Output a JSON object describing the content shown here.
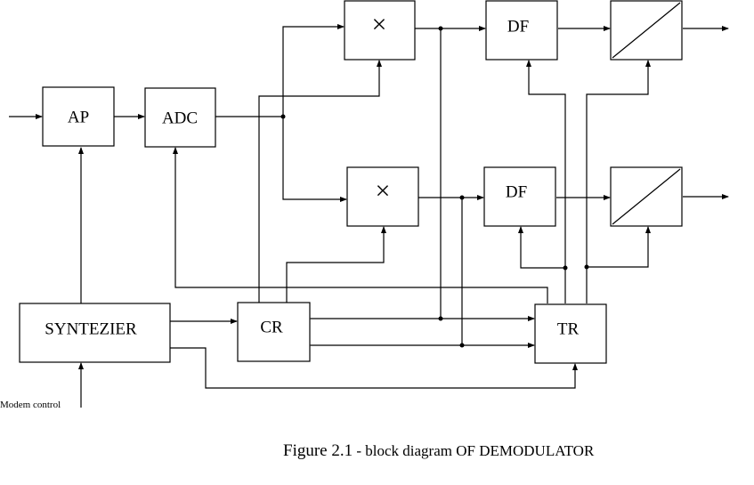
{
  "blocks": {
    "ap": "AP",
    "adc": "ADC",
    "mixer_top": "×",
    "mixer_bottom": "×",
    "df_top": "DF",
    "df_bottom": "DF",
    "synthesizer": "SYNTEZIER",
    "cr": "CR",
    "tr": "TR"
  },
  "labels": {
    "modem_control": "Modem control"
  },
  "caption": {
    "prefix": "Figure 2.1",
    "text": " - block diagram OF DEMODULATOR"
  }
}
